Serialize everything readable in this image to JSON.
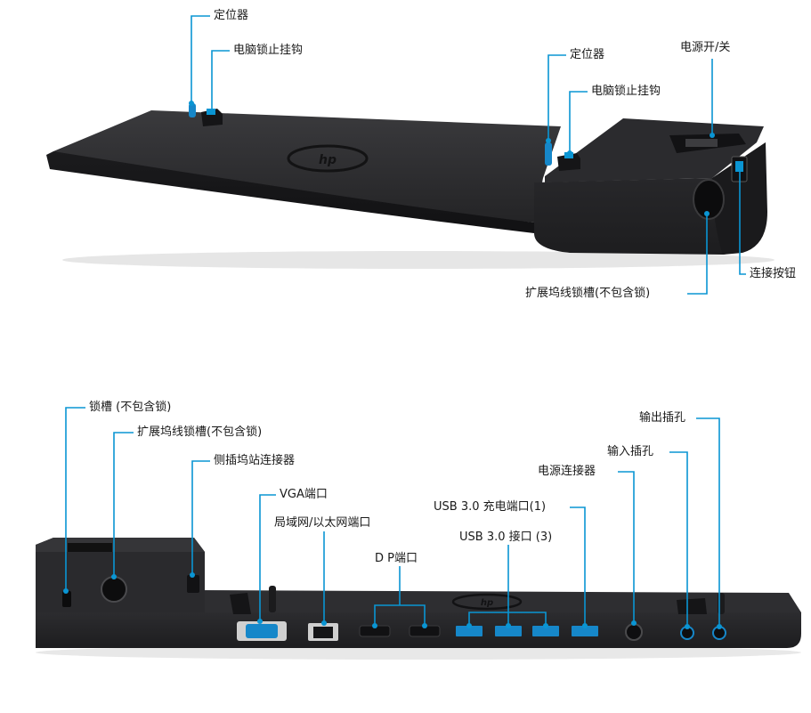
{
  "colors": {
    "callout": "#0a95d3",
    "dock_top": "#2f2f31",
    "dock_edge": "#1c1c1e",
    "dock_face": "#262628",
    "port_blue": "#1687c9",
    "background": "#ffffff"
  },
  "top_view": {
    "labels": {
      "locator_left": "定位器",
      "lock_hook_left": "电脑锁止挂钩",
      "locator_right": "定位器",
      "lock_hook_right": "电脑锁止挂钩",
      "power_switch": "电源开/关",
      "connect_button": "连接按钮",
      "expansion_lock_slot": "扩展坞线锁槽(不包含锁)"
    },
    "logo_text": "hp"
  },
  "rear_view": {
    "labels": {
      "lock_slot": "锁槽 (不包含锁)",
      "expansion_lock_slot": "扩展坞线锁槽(不包含锁)",
      "side_dock_connector": "侧插坞站连接器",
      "vga_port": "VGA端口",
      "lan_port": "局域网/以太网端口",
      "dp_port": "D P端口",
      "usb_charging_port": "USB 3.0 充电端口(1)",
      "usb_ports": "USB 3.0 接口 (3)",
      "power_connector": "电源连接器",
      "audio_in": "输入插孔",
      "audio_out": "输出插孔"
    },
    "logo_text": "hp"
  }
}
